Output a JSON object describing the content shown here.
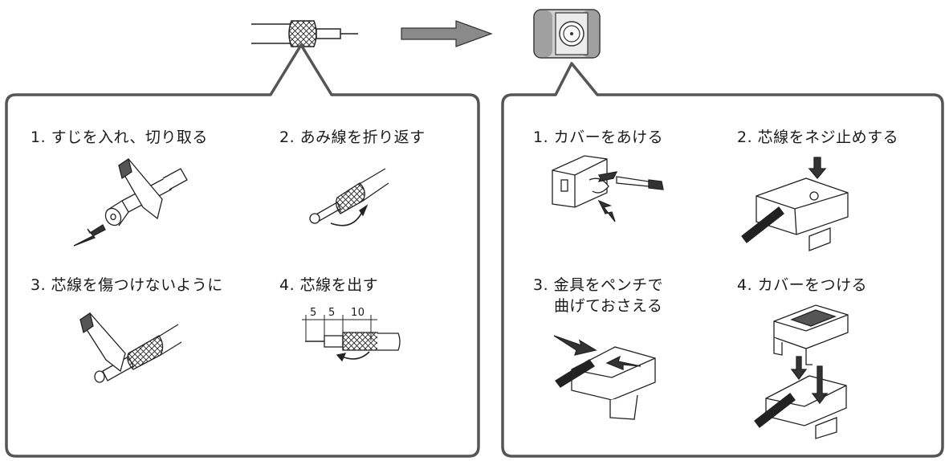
{
  "left_panel": {
    "steps": [
      {
        "label": "1. すじを入れ、切り取る"
      },
      {
        "label": "2. あみ線を折り返す"
      },
      {
        "label": "3. 芯線を傷つけないように"
      },
      {
        "label": "4. 芯線を出す"
      }
    ],
    "dimensions": [
      "5",
      "5",
      "10"
    ]
  },
  "right_panel": {
    "steps": [
      {
        "label": "1. カバーをあける"
      },
      {
        "label": "2. 芯線をネジ止めする"
      },
      {
        "label": "3. 金具をペンチで",
        "label_line2": "曲げておさえる"
      },
      {
        "label": "4. カバーをつける"
      }
    ]
  },
  "colors": {
    "panel_border": "#555555",
    "arrow_fill": "#8a8a8a",
    "connector_fill": "#a8a8a8"
  }
}
